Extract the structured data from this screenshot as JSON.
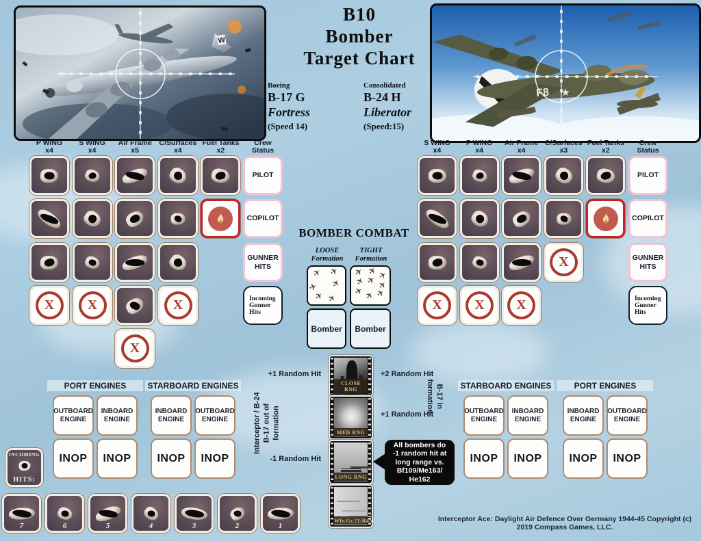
{
  "title": {
    "lines": [
      "B10",
      "Bomber",
      "Target Chart"
    ]
  },
  "aircraft": {
    "left": {
      "maker": "Boeing",
      "model": "B-17 G",
      "name": "Fortress",
      "speed": "(Speed 14)"
    },
    "right": {
      "maker": "Consolidated",
      "model": "B-24 H",
      "name": "Liberator",
      "speed": "(Speed:15)"
    }
  },
  "photos": {
    "left_tail_letter": "W",
    "right_fuselage_code": "F8",
    "right_star": "★"
  },
  "left_grid": {
    "columns": [
      {
        "label": "P WING",
        "mult": "x4"
      },
      {
        "label": "S WING",
        "mult": "x4"
      },
      {
        "label": "Air Frame",
        "mult": "x5"
      },
      {
        "label": "C/Surfaces",
        "mult": "x4"
      },
      {
        "label": "Fuel Tanks",
        "mult": "x2"
      }
    ],
    "crew_header": "Crew\nStatus",
    "rows": [
      [
        "hole",
        "hole",
        "hole",
        "hole",
        "hole"
      ],
      [
        "hole",
        "hole",
        "hole",
        "hole",
        "fire"
      ],
      [
        "hole",
        "hole",
        "hole",
        "hole",
        ""
      ],
      [
        "x",
        "x",
        "hole",
        "x",
        ""
      ],
      [
        "",
        "",
        "x",
        "",
        ""
      ]
    ],
    "crew_boxes": [
      {
        "label": "PILOT",
        "type": "pink"
      },
      {
        "label": "COPILOT",
        "type": "pink"
      },
      {
        "label": "GUNNER\nHITS",
        "type": "pink"
      },
      {
        "label": "Incoming\nGunner\nHits",
        "type": "dark"
      }
    ]
  },
  "right_grid": {
    "columns": [
      {
        "label": "S WING",
        "mult": "x4"
      },
      {
        "label": "P WING",
        "mult": "x4"
      },
      {
        "label": "Air Frame",
        "mult": "x4"
      },
      {
        "label": "C/Surfaces",
        "mult": "x3"
      },
      {
        "label": "Fuel Tanks",
        "mult": "x2"
      }
    ],
    "crew_header": "Crew\nStatus",
    "rows": [
      [
        "hole",
        "hole",
        "hole",
        "hole",
        "hole"
      ],
      [
        "hole",
        "hole",
        "hole",
        "hole",
        "fire"
      ],
      [
        "hole",
        "hole",
        "hole",
        "x",
        ""
      ],
      [
        "x",
        "x",
        "x",
        "",
        ""
      ]
    ],
    "crew_boxes": [
      {
        "label": "PILOT",
        "type": "pink"
      },
      {
        "label": "COPILOT",
        "type": "pink"
      },
      {
        "label": "GUNNER\nHITS",
        "type": "pink"
      },
      {
        "label": "Incoming\nGunner\nHits",
        "type": "dark"
      }
    ]
  },
  "bomber_combat": {
    "title": "BOMBER COMBAT",
    "loose_label": "LOOSE\nFormation",
    "tight_label": "TIGHT\nFormation",
    "bomber_label": "Bomber"
  },
  "ranges": [
    {
      "caption": "CLOSE RNG",
      "left_note": "+1 Random Hit",
      "right_note": "+2 Random Hit",
      "style": "close"
    },
    {
      "caption": "MED RNG",
      "left_note": "",
      "right_note": "+1 Random Hit",
      "style": "med"
    },
    {
      "caption": "LONG RNG",
      "left_note": "-1 Random Hit",
      "right_note": "",
      "style": "long"
    },
    {
      "caption": "Wfr.Gr.21/R4M",
      "left_note": "",
      "right_note": "",
      "style": "wfr"
    }
  ],
  "side_labels": {
    "left": "Interceptor / B-24\nB-17 out of formation",
    "right": "B-17 in formation"
  },
  "callout": "All bombers do\n-1 random hit at\nlong range vs.\nBf109/Me163/\nHe162",
  "engines": {
    "inop": "INOP",
    "groups": [
      {
        "title": "PORT ENGINES",
        "labels": [
          "OUTBOARD\nENGINE",
          "INBOARD\nENGINE"
        ]
      },
      {
        "title": "STARBOARD ENGINES",
        "labels": [
          "INBOARD\nENGINE",
          "OUTBOARD\nENGINE"
        ]
      },
      {
        "title": "STARBOARD ENGINES",
        "labels": [
          "OUTBOARD\nENGINE",
          "INBOARD\nENGINE"
        ]
      },
      {
        "title": "PORT ENGINES",
        "labels": [
          "INBOARD\nENGINE",
          "OUTBOARD\nENGINE"
        ]
      }
    ]
  },
  "incoming_hits": {
    "top": "INCOMING",
    "bottom": "HITS:",
    "numbers": [
      "7",
      "6",
      "5",
      "4",
      "3",
      "2",
      "1"
    ]
  },
  "footer": "Interceptor Ace: Daylight Air Defence Over Germany 1944-45 Copyright (c) 2019 Compass Games, LLC.",
  "colors": {
    "sky": "#a8cbde",
    "accent_red": "#c6202c",
    "x_red": "#a93a2e",
    "pink_border": "#f4c2d3",
    "tan_border": "#b08a6d",
    "navy_text": "#141b26",
    "caption_gold": "#d8b97c"
  }
}
